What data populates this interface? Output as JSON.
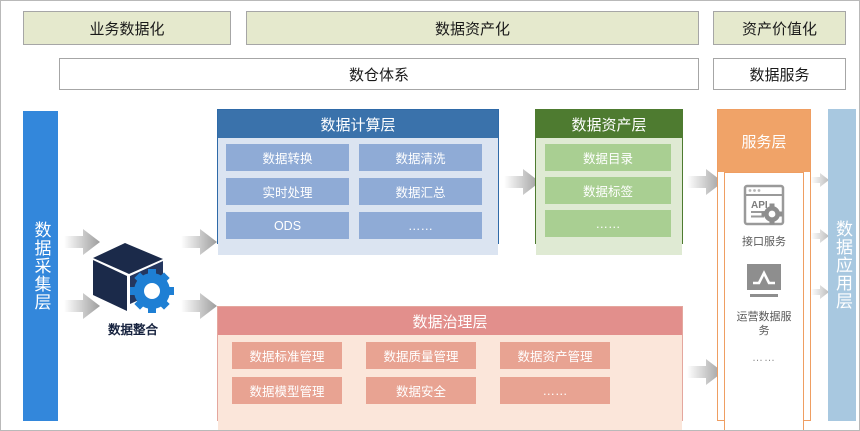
{
  "phases": [
    {
      "label": "业务数据化"
    },
    {
      "label": "数据资产化"
    },
    {
      "label": "资产价值化"
    }
  ],
  "systems": [
    {
      "label": "数仓体系"
    },
    {
      "label": "数据服务"
    }
  ],
  "collection_layer": {
    "label": "数据采集层",
    "color": "#3387db"
  },
  "integration": {
    "label": "数据整合",
    "icon": "cube-gear-icon"
  },
  "compute_layer": {
    "title": "数据计算层",
    "color": "#3a72ab",
    "items": [
      "数据转换",
      "数据清洗",
      "实时处理",
      "数据汇总",
      "ODS",
      "……"
    ]
  },
  "asset_layer": {
    "title": "数据资产层",
    "color": "#4e7b30",
    "items": [
      "数据目录",
      "数据标签",
      "……"
    ]
  },
  "governance_layer": {
    "title": "数据治理层",
    "color": "#e28f8c",
    "items": [
      "数据标准管理",
      "数据质量管理",
      "数据资产管理",
      "数据模型管理",
      "数据安全",
      "……"
    ]
  },
  "service_layer": {
    "title": "服务层",
    "color": "#f0a368",
    "items": [
      {
        "label": "接口服务",
        "icon": "api-window-icon"
      },
      {
        "label": "运营数据服务",
        "icon": "monitor-chart-icon"
      }
    ],
    "more": "……"
  },
  "application_layer": {
    "label": "数据应用层",
    "color": "#a8c8e0"
  }
}
